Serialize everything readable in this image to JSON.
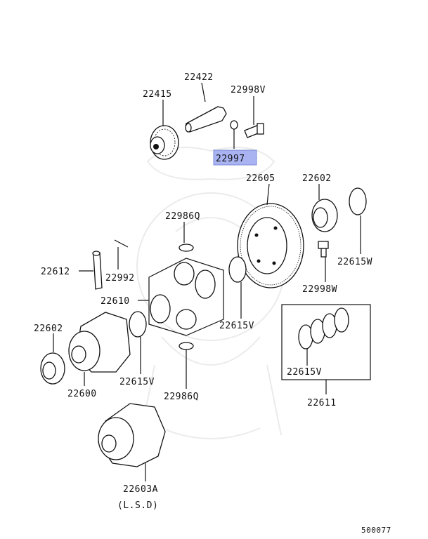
{
  "highlight_color": "#a9b3f2",
  "labels": {
    "p22422": "22422",
    "p22415": "22415",
    "p22998v": "22998V",
    "p22997": "22997",
    "p22605": "22605",
    "p22602a": "22602",
    "p22615w": "22615W",
    "p22998w": "22998W",
    "p22986q_top": "22986Q",
    "p22612": "22612",
    "p22992": "22992",
    "p22610": "22610",
    "p22615v_mid": "22615V",
    "p22602b": "22602",
    "p22600": "22600",
    "p22615v_left": "22615V",
    "p22986q_bot": "22986Q",
    "p22615v_right": "22615V",
    "p22611": "22611",
    "p22603a": "22603A",
    "lsd": "(L.S.D)",
    "code": "500077"
  }
}
